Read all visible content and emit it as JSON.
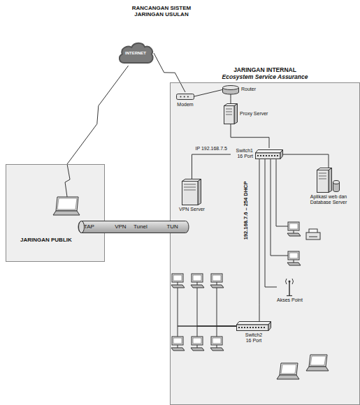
{
  "diagram": {
    "title": "RANCANGAN SISTEM JARINGAN USULAN",
    "nodes": [
      {
        "text": [
          "INTERNET"
        ]
      },
      {
        "text": [
          "JARINGAN PUBLIK"
        ]
      },
      {
        "text": [
          "JARINGAN INTERNAL",
          "Ecosystem Service Assurance"
        ]
      },
      {
        "text": [
          "Modem"
        ],
        "in": 2
      },
      {
        "text": [
          "Router"
        ],
        "in": 2
      },
      {
        "text": [
          "Proxy Server"
        ],
        "in": 2
      },
      {
        "text": [
          "Switch1 16 Port"
        ],
        "in": 2
      },
      {
        "text": [
          "VPN Server"
        ],
        "in": 2
      },
      {
        "text": [
          "Aplikasi web dan Database Server"
        ],
        "in": 2
      },
      {
        "text": [
          "Switch2 16 Port"
        ],
        "in": 2
      },
      {
        "text": [
          "Akses Point"
        ],
        "in": 2
      },
      {
        "text": [
          "TAP",
          "VPN",
          "Tunel",
          "TUN"
        ]
      }
    ],
    "edges": [
      {
        "from": 0,
        "to": 3,
        "arrow": "none"
      },
      {
        "from": 0,
        "to": 1,
        "arrow": "none"
      },
      {
        "from": 3,
        "to": 4,
        "arrow": "none"
      },
      {
        "from": 4,
        "to": 5,
        "arrow": "none"
      },
      {
        "from": 5,
        "to": 6,
        "arrow": "none"
      },
      {
        "from": 6,
        "to": 7,
        "label": "IP 192.168.7.5",
        "arrow": "none"
      },
      {
        "from": 6,
        "to": 8,
        "arrow": "none"
      },
      {
        "from": 6,
        "to": 9,
        "arrow": "none"
      },
      {
        "from": 6,
        "to": 10,
        "arrow": "none"
      }
    ],
    "labels": [
      "192.168.7.6 – 254 DHCP"
    ]
  }
}
